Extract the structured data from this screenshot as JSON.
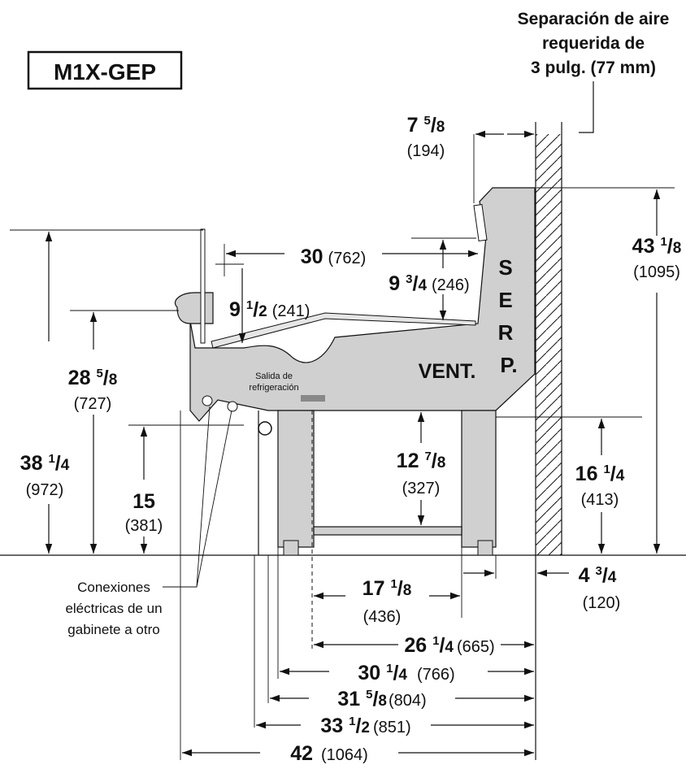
{
  "model": "M1X-GEP",
  "clearance_note": [
    "Separación de aire",
    "requerida de",
    "3 pulg. (77 mm)"
  ],
  "labels": {
    "serp": [
      "S",
      "E",
      "R",
      "P."
    ],
    "vent": "VENT.",
    "refrig_outlet": [
      "Salida de",
      "refrigeración"
    ],
    "connections": [
      "Conexiones",
      "eléctricas de un",
      "gabinete a otro"
    ]
  },
  "dimensions": {
    "d7_5_8": {
      "whole": "7",
      "frac_num": "5",
      "frac_den": "8",
      "metric": "(194)"
    },
    "d30": {
      "whole": "30",
      "metric": "(762)"
    },
    "d9_3_4": {
      "whole": "9",
      "frac_num": "3",
      "frac_den": "4",
      "metric": "(246)"
    },
    "d9_1_2": {
      "whole": "9",
      "frac_num": "1",
      "frac_den": "2",
      "metric": "(241)"
    },
    "d43_1_8": {
      "whole": "43",
      "frac_num": "1",
      "frac_den": "8",
      "metric": "(1095)"
    },
    "d28_5_8": {
      "whole": "28",
      "frac_num": "5",
      "frac_den": "8",
      "metric": "(727)"
    },
    "d38_1_4": {
      "whole": "38",
      "frac_num": "1",
      "frac_den": "4",
      "metric": "(972)"
    },
    "d15": {
      "whole": "15",
      "metric": "(381)"
    },
    "d12_7_8": {
      "whole": "12",
      "frac_num": "7",
      "frac_den": "8",
      "metric": "(327)"
    },
    "d16_1_4": {
      "whole": "16",
      "frac_num": "1",
      "frac_den": "4",
      "metric": "(413)"
    },
    "d4_3_4": {
      "whole": "4",
      "frac_num": "3",
      "frac_den": "4",
      "metric": "(120)"
    },
    "d17_1_8": {
      "whole": "17",
      "frac_num": "1",
      "frac_den": "8",
      "metric": "(436)"
    },
    "d26_1_4": {
      "whole": "26",
      "frac_num": "1",
      "frac_den": "4",
      "metric": "(665)"
    },
    "d30_1_4": {
      "whole": "30",
      "frac_num": "1",
      "frac_den": "4",
      "metric": "(766)"
    },
    "d31_5_8": {
      "whole": "31",
      "frac_num": "5",
      "frac_den": "8",
      "metric": "(804)"
    },
    "d33_1_2": {
      "whole": "33",
      "frac_num": "1",
      "frac_den": "2",
      "metric": "(851)"
    },
    "d42": {
      "whole": "42",
      "metric": "(1064)"
    }
  }
}
